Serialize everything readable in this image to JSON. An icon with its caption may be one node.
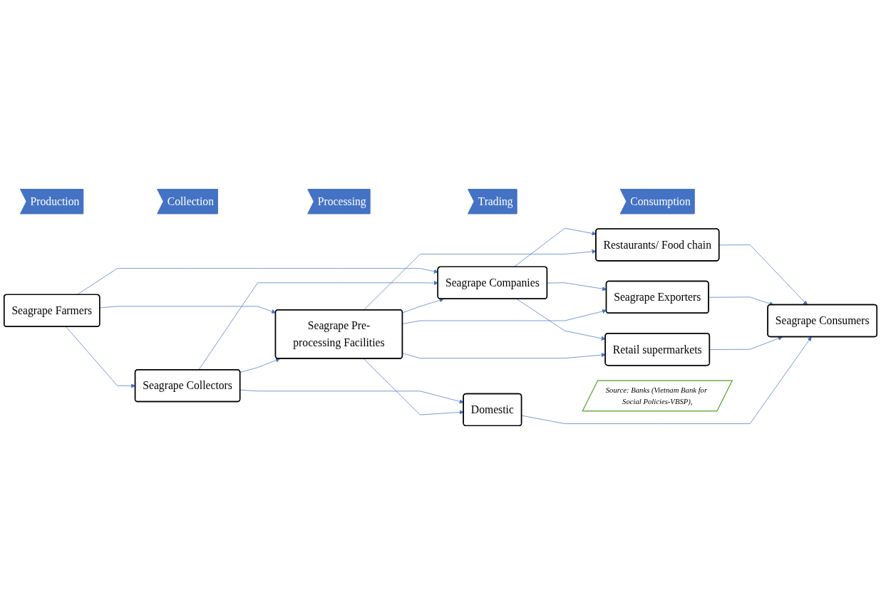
{
  "diagram": {
    "nodes": [
      {
        "text": [
          "Production"
        ]
      },
      {
        "text": [
          "Collection"
        ]
      },
      {
        "text": [
          "Processing"
        ]
      },
      {
        "text": [
          "Trading"
        ]
      },
      {
        "text": [
          "Consumption"
        ]
      },
      {
        "text": [
          "Seagrape Farmers"
        ]
      },
      {
        "text": [
          "Seagrape Collectors"
        ]
      },
      {
        "text": [
          "Seagrape Companies"
        ]
      },
      {
        "text": [
          "Seagrape Pre-processing Facilities"
        ]
      },
      {
        "text": [
          "Restaurants/ Food chain"
        ]
      },
      {
        "text": [
          "Seagrape Exporters"
        ]
      },
      {
        "text": [
          "Retail supermarkets"
        ]
      },
      {
        "text": [
          "Domestic"
        ]
      },
      {
        "text": [
          "Seagrape Consumers"
        ]
      },
      {
        "text": [
          "Source: Banks (Vietnam Bank for Social Policies-VBSP),"
        ]
      }
    ],
    "edges": [
      {
        "from": 5,
        "to": 7,
        "arrow": "to"
      },
      {
        "from": 5,
        "to": 8,
        "arrow": "to"
      },
      {
        "from": 5,
        "to": 6,
        "arrow": "to"
      },
      {
        "from": 6,
        "to": 7,
        "arrow": "to"
      },
      {
        "from": 6,
        "to": 8,
        "arrow": "to"
      },
      {
        "from": 6,
        "to": 12,
        "arrow": "to"
      },
      {
        "from": 8,
        "to": 7,
        "arrow": "to"
      },
      {
        "from": 7,
        "to": 9,
        "arrow": "to"
      },
      {
        "from": 7,
        "to": 10,
        "arrow": "to"
      },
      {
        "from": 7,
        "to": 11,
        "arrow": "to"
      },
      {
        "from": 8,
        "to": 9,
        "arrow": "to"
      },
      {
        "from": 8,
        "to": 10,
        "arrow": "to"
      },
      {
        "from": 8,
        "to": 11,
        "arrow": "to"
      },
      {
        "from": 8,
        "to": 12,
        "arrow": "to"
      },
      {
        "from": 9,
        "to": 13,
        "arrow": "to"
      },
      {
        "from": 10,
        "to": 13,
        "arrow": "to"
      },
      {
        "from": 11,
        "to": 13,
        "arrow": "to"
      },
      {
        "from": 12,
        "to": 13,
        "arrow": "to"
      }
    ]
  }
}
